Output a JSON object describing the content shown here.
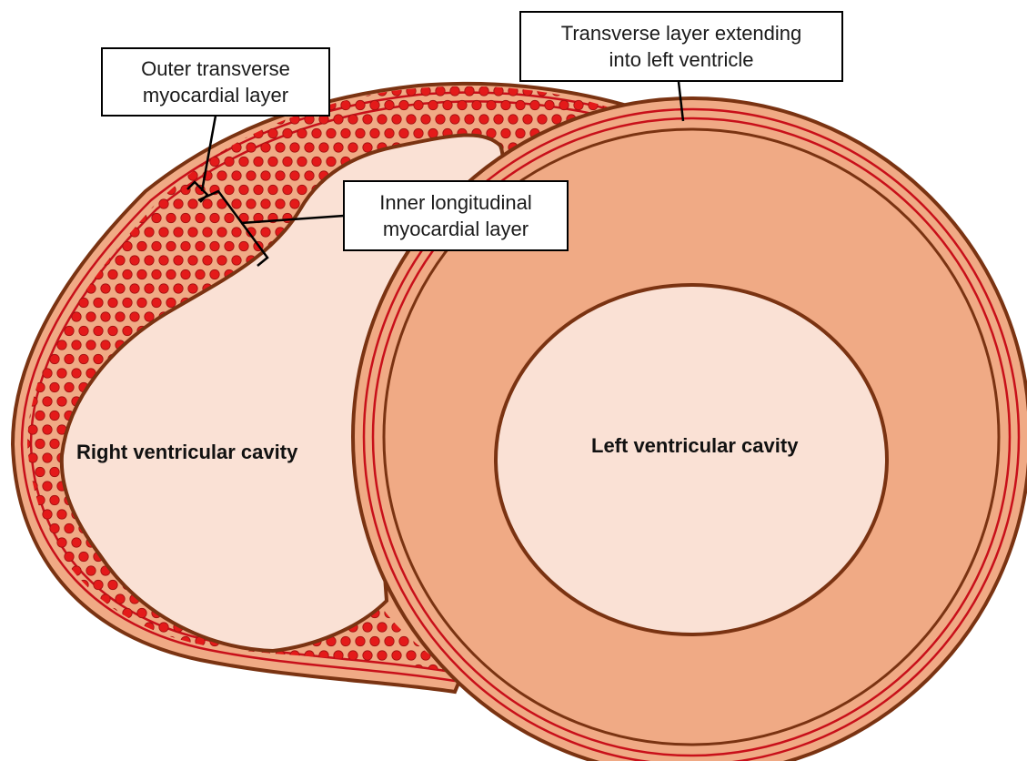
{
  "labels": {
    "outer_transverse": {
      "line1": "Outer transverse",
      "line2": "myocardial layer"
    },
    "transverse_extending": {
      "line1": "Transverse layer extending",
      "line2": "into left ventricle"
    },
    "inner_longitudinal": {
      "line1": "Inner longitudinal",
      "line2": "myocardial layer"
    },
    "rv_cavity": "Right ventricular cavity",
    "lv_cavity": "Left ventricular cavity"
  },
  "colors": {
    "outline": "#7a3312",
    "muscle_fill": "#f0aa85",
    "cavity_fill": "#fae1d5",
    "fiber_red": "#e41a1a",
    "fiber_line": "#c8101a"
  }
}
